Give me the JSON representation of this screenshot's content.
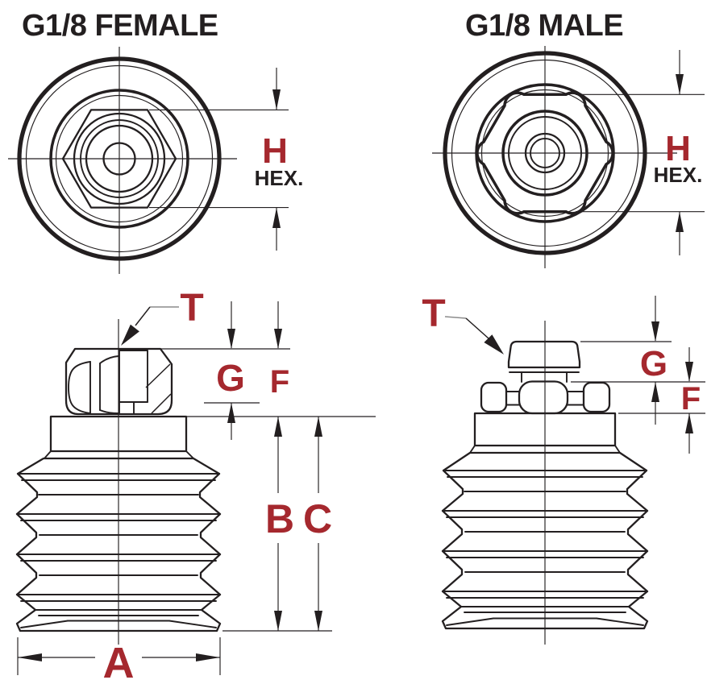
{
  "colors": {
    "accent": "#A5282E",
    "ink": "#231F20",
    "leader_gray": "#8C8C8C",
    "background": "#FFFFFF"
  },
  "views": {
    "female": {
      "title": "G1/8 FEMALE",
      "top_view": {
        "dim_h": "H",
        "dim_h_suffix": "HEX."
      },
      "side_view": {
        "dim_t": "T",
        "dim_g": "G",
        "dim_f": "F",
        "dim_b": "B",
        "dim_c": "C",
        "dim_a": "A"
      }
    },
    "male": {
      "title": "G1/8 MALE",
      "top_view": {
        "dim_h": "H",
        "dim_h_suffix": "HEX."
      },
      "side_view": {
        "dim_t": "T",
        "dim_g": "G",
        "dim_f": "F"
      }
    }
  }
}
